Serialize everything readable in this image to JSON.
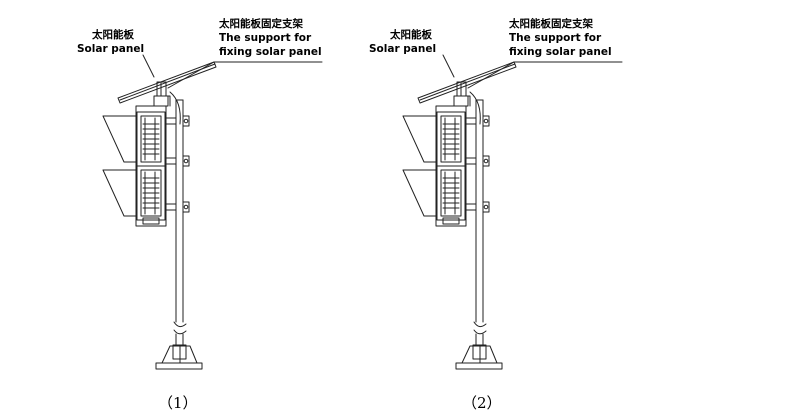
{
  "figures": [
    {
      "caption": "（1）",
      "solar_panel_cn": "太阳能板",
      "solar_panel_en": "Solar panel",
      "support_cn": "太阳能板固定支架",
      "support_en_line1": "The support for",
      "support_en_line2": "fixing solar panel"
    },
    {
      "caption": "（2）",
      "solar_panel_cn": "太阳能板",
      "solar_panel_en": "Solar panel",
      "support_cn": "太阳能板固定支架",
      "support_en_line1": "The support for",
      "support_en_line2": "fixing solar panel"
    }
  ],
  "colors": {
    "line": "#222222",
    "background": "#ffffff"
  }
}
